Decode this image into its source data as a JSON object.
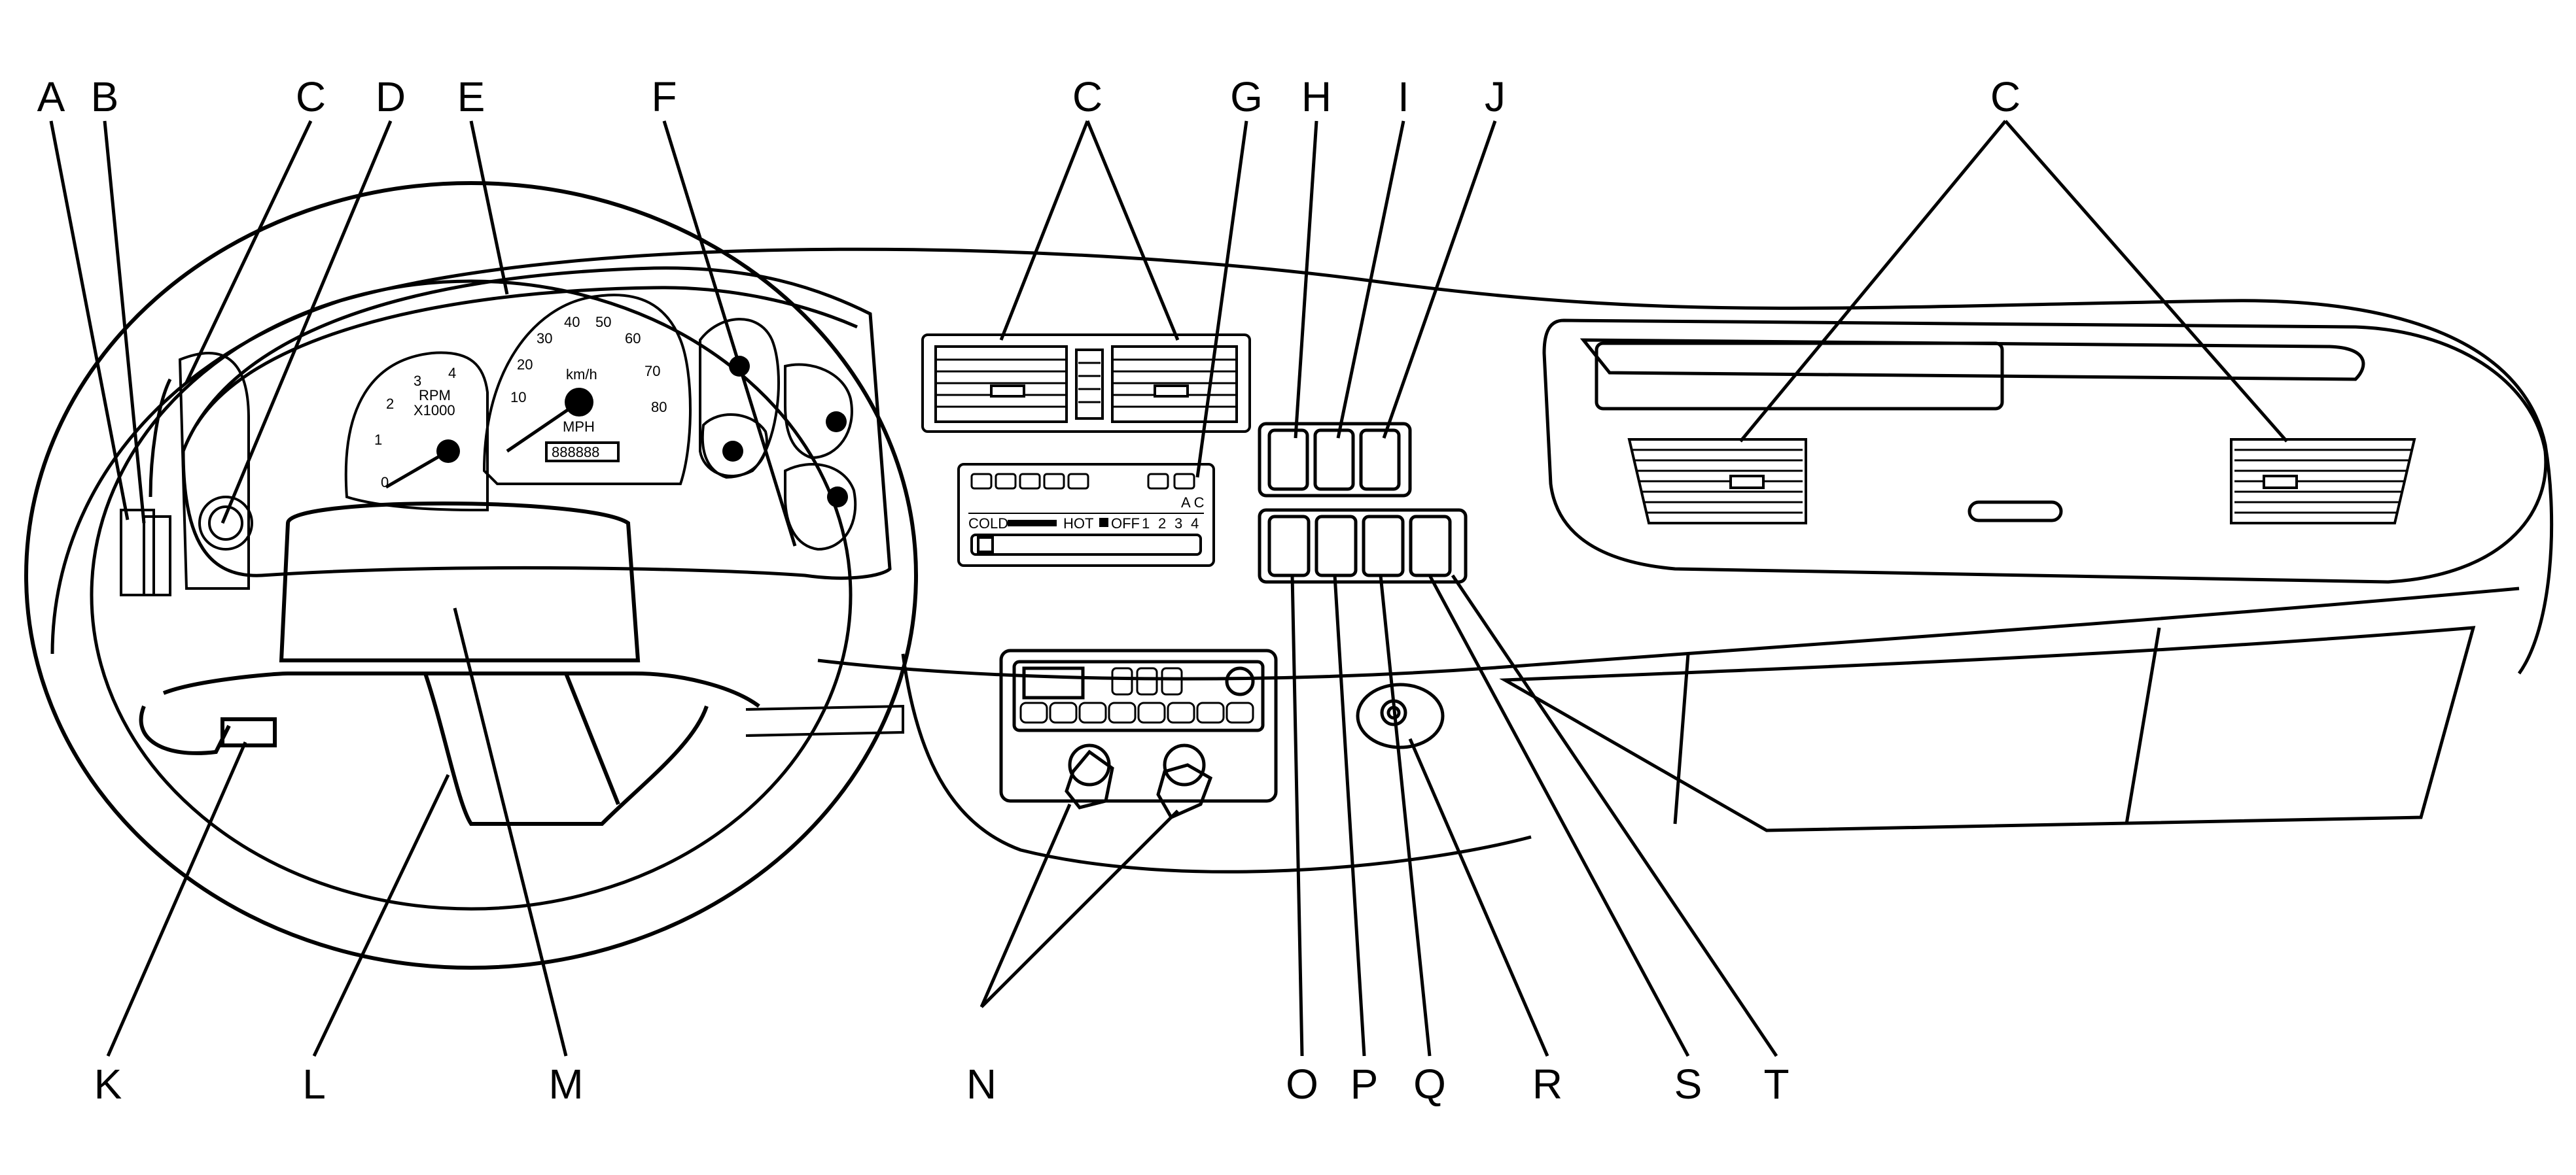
{
  "callouts": {
    "top": [
      "A",
      "B",
      "C",
      "D",
      "E",
      "F",
      "C",
      "G",
      "H",
      "I",
      "J",
      "C"
    ],
    "bottom": [
      "K",
      "L",
      "M",
      "N",
      "O",
      "P",
      "Q",
      "R",
      "S",
      "T"
    ]
  },
  "gauges": {
    "tach_unit": "RPM",
    "tach_multiplier": "X1000",
    "tach_ticks": [
      "0",
      "1",
      "2",
      "3",
      "4"
    ],
    "speedo_unit": "MPH",
    "speedo_metric_unit": "km/h",
    "speedo_ticks": [
      "10",
      "20",
      "30",
      "40",
      "50",
      "60",
      "70",
      "80"
    ],
    "odometer": "888888"
  },
  "climate": {
    "cold_label": "COLD",
    "hot_label": "HOT",
    "off_label": "OFF",
    "fan_speeds": [
      "1",
      "2",
      "3",
      "4"
    ],
    "ac_label": "A C"
  }
}
